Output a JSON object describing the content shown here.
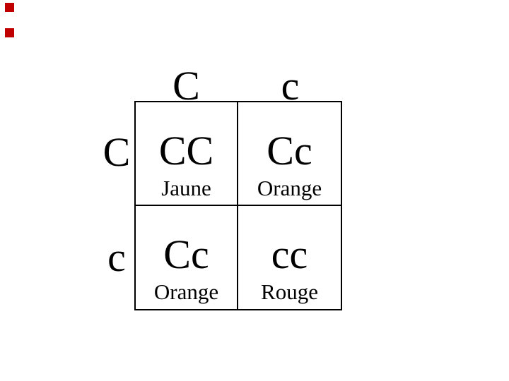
{
  "page": {
    "background": "#ffffff",
    "marker_color": "#c00000",
    "line_color": "#000000",
    "text_color": "#000000"
  },
  "punnett": {
    "col_headers": [
      "C",
      "c"
    ],
    "row_headers": [
      "C",
      "c"
    ],
    "cells": [
      {
        "genotype": "CC",
        "phenotype": "Jaune"
      },
      {
        "genotype": "Cc",
        "phenotype": "Orange"
      },
      {
        "genotype": "Cc",
        "phenotype": "Orange"
      },
      {
        "genotype": "cc",
        "phenotype": "Rouge"
      }
    ]
  }
}
